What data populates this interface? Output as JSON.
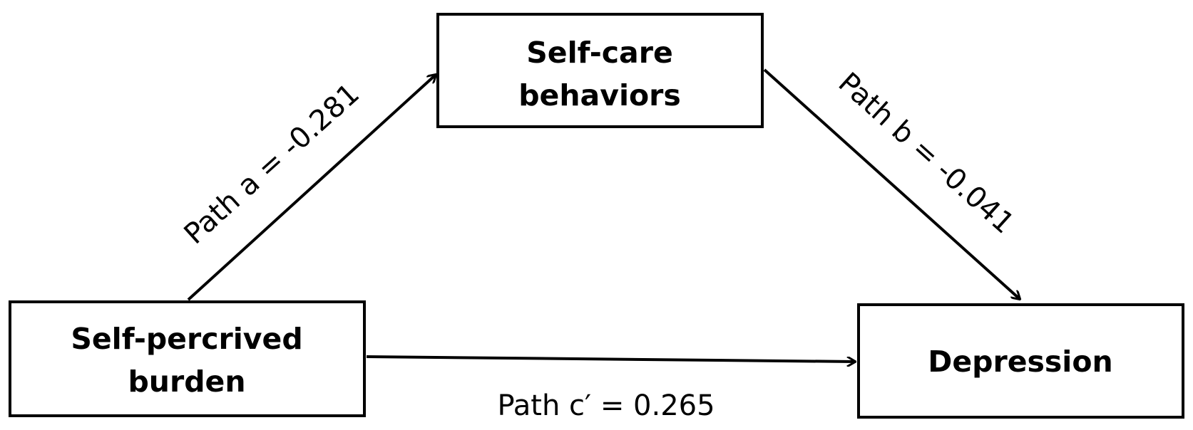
{
  "nodes": {
    "mediator": {
      "lines": [
        "Self-care",
        "behaviors"
      ]
    },
    "predictor": {
      "lines": [
        "Self-percrived",
        "burden"
      ]
    },
    "outcome": {
      "lines": [
        "Depression"
      ]
    }
  },
  "paths": {
    "a": {
      "label": "Path a = -0.281",
      "value": -0.281
    },
    "b": {
      "label": "Path b = -0.041",
      "value": -0.041
    },
    "c_prime": {
      "label": "Path c′ = 0.265",
      "value": 0.265
    }
  }
}
